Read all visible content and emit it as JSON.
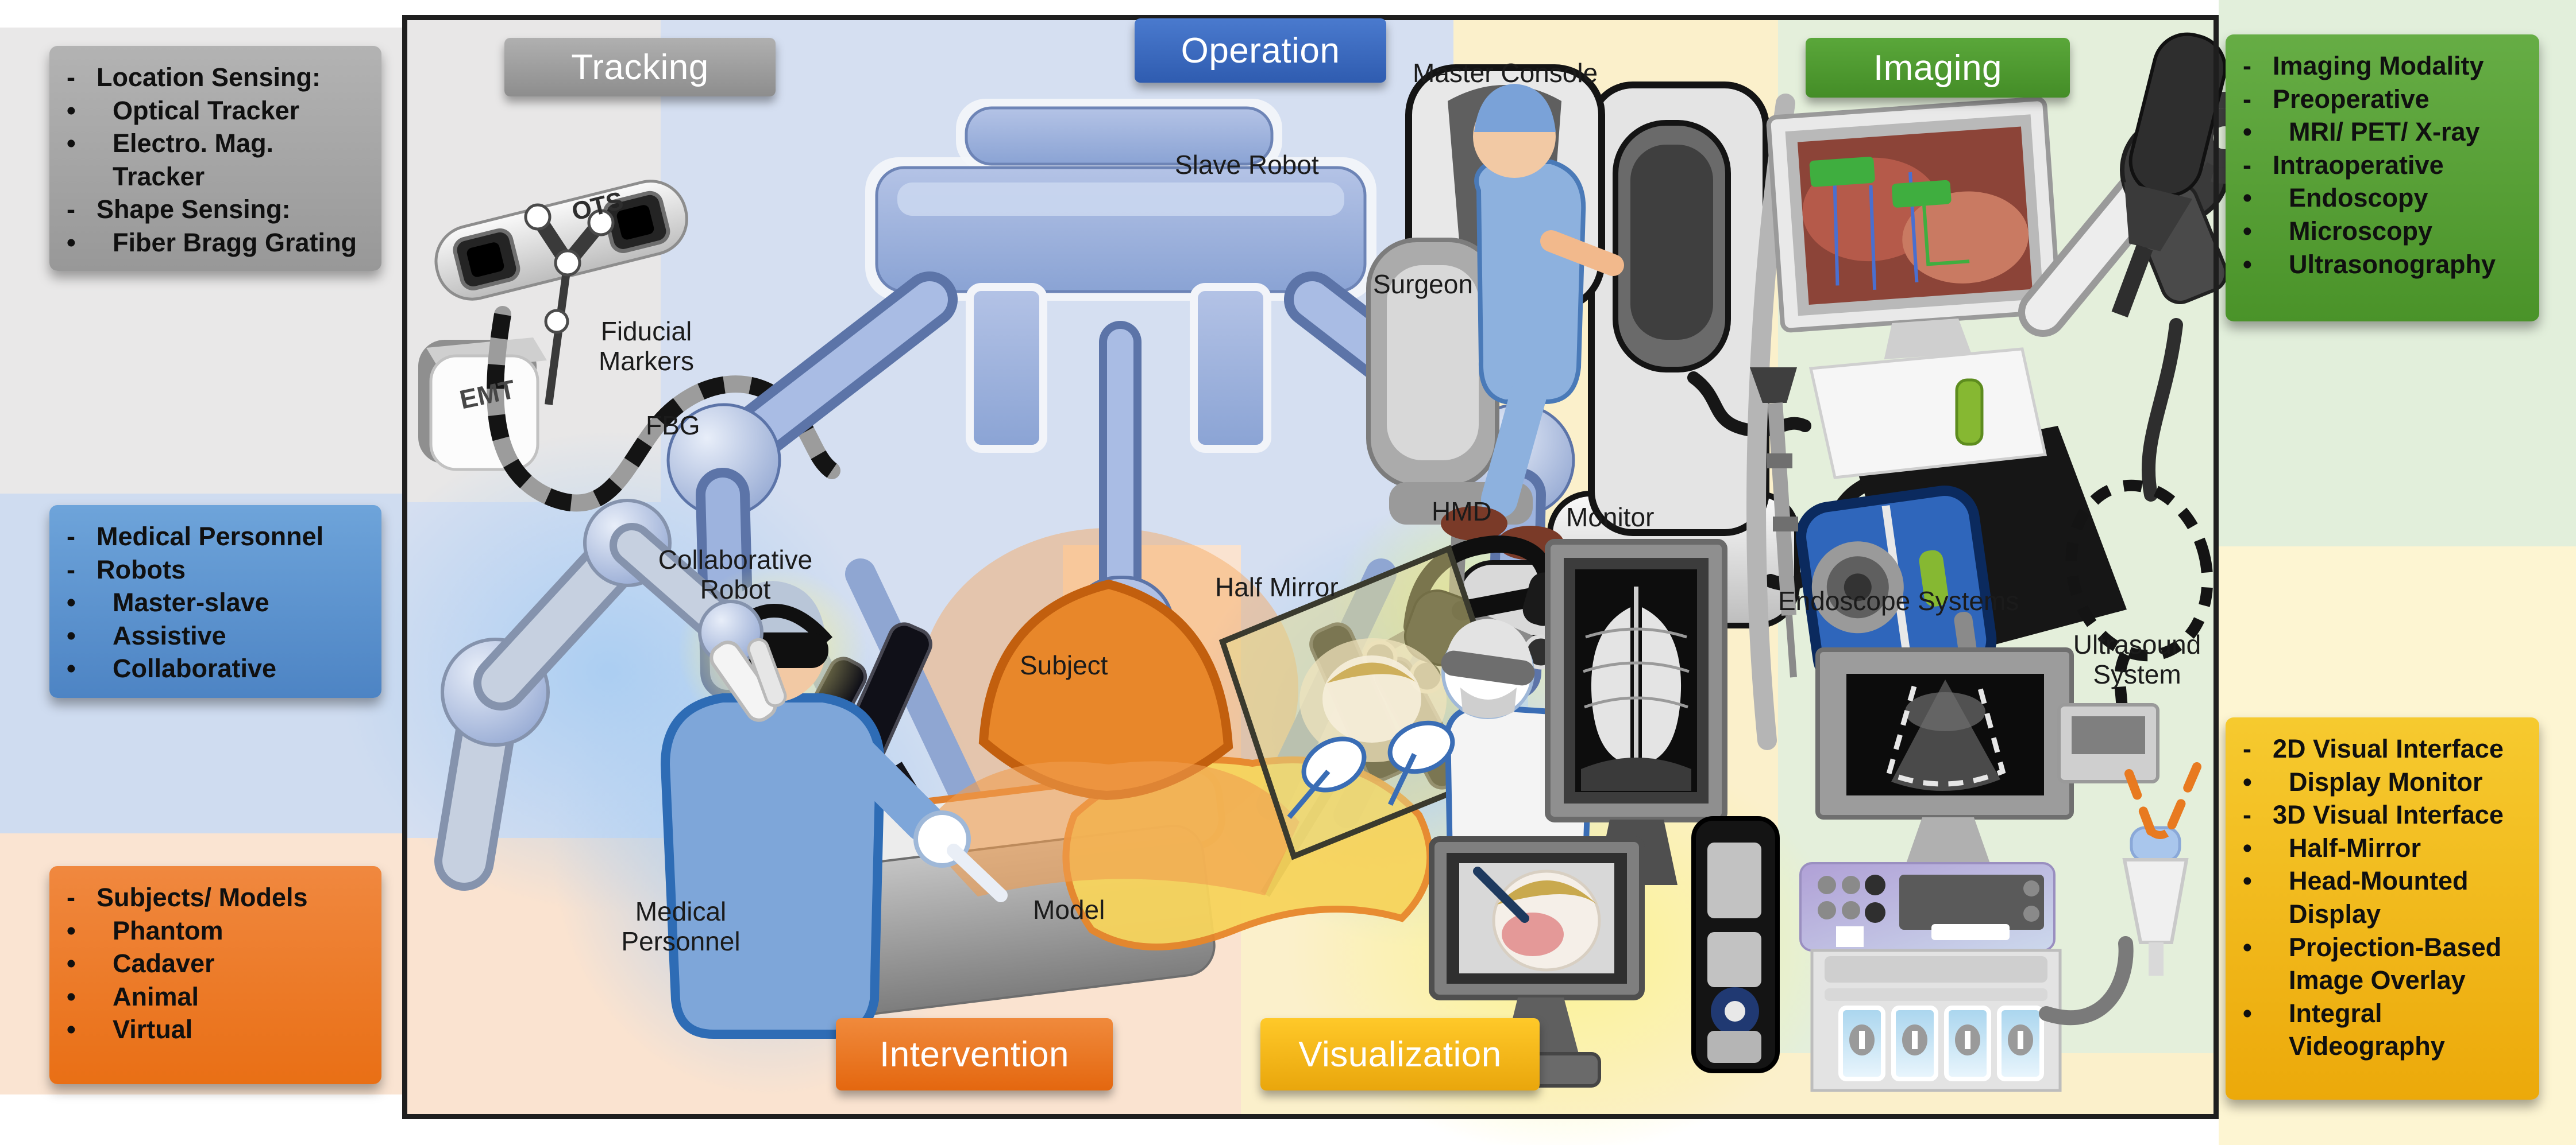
{
  "headers": {
    "tracking": "Tracking",
    "operation": "Operation",
    "imaging": "Imaging",
    "intervention": "Intervention",
    "visualization": "Visualization"
  },
  "side_panels": {
    "tracking_methods": {
      "items": [
        {
          "m": "-",
          "t": "Location Sensing:"
        },
        {
          "m": "•",
          "t": "Optical Tracker"
        },
        {
          "m": "•",
          "t": "Electro. Mag. Tracker"
        },
        {
          "m": "-",
          "t": "Shape Sensing:"
        },
        {
          "m": "•",
          "t": "Fiber Bragg Grating"
        }
      ]
    },
    "personnel_robots": {
      "items": [
        {
          "m": "-",
          "t": "Medical Personnel"
        },
        {
          "m": "-",
          "t": "Robots"
        },
        {
          "m": "•",
          "t": "Master-slave"
        },
        {
          "m": "•",
          "t": "Assistive"
        },
        {
          "m": "•",
          "t": "Collaborative"
        }
      ]
    },
    "subjects_models": {
      "items": [
        {
          "m": "-",
          "t": "Subjects/ Models"
        },
        {
          "m": "•",
          "t": "Phantom"
        },
        {
          "m": "•",
          "t": "Cadaver"
        },
        {
          "m": "•",
          "t": "Animal"
        },
        {
          "m": "•",
          "t": "Virtual"
        }
      ]
    },
    "imaging_modality": {
      "items": [
        {
          "m": "-",
          "t": "Imaging Modality"
        },
        {
          "m": "-",
          "t": "Preoperative"
        },
        {
          "m": "•",
          "t": "MRI/ PET/ X-ray"
        },
        {
          "m": "-",
          "t": "Intraoperative"
        },
        {
          "m": "•",
          "t": "Endoscopy"
        },
        {
          "m": "•",
          "t": "Microscopy"
        },
        {
          "m": "•",
          "t": "Ultrasonography"
        }
      ]
    },
    "visual_interface": {
      "items": [
        {
          "m": "-",
          "t": "2D Visual Interface"
        },
        {
          "m": "•",
          "t": "Display Monitor"
        },
        {
          "m": "-",
          "t": "3D Visual Interface"
        },
        {
          "m": "•",
          "t": "Half-Mirror"
        },
        {
          "m": "•",
          "t": "Head-Mounted Display"
        },
        {
          "m": "•",
          "t": "Projection-Based Image Overlay"
        },
        {
          "m": "•",
          "t": "Integral Videography"
        }
      ]
    }
  },
  "labels": {
    "ots": "OTS",
    "emt": "EMT",
    "fiducial_markers": "Fiducial\nMarkers",
    "fbg": "FBG",
    "slave_robot": "Slave Robot",
    "master_console": "Master Console",
    "surgeon": "Surgeon",
    "collaborative_robot": "Collaborative\nRobot",
    "subject": "Subject",
    "medical_personnel": "Medical\nPersonnel",
    "model": "Model",
    "half_mirror": "Half Mirror",
    "hmd": "HMD",
    "monitor": "Monitor",
    "endoscope_systems": "Endoscope Systems",
    "ultrasound_system": "Ultrasound\nSystem"
  },
  "colors": {
    "header_tracking": "#9b9b9b",
    "header_operation": "#3b6bc0",
    "header_imaging": "#4f9b31",
    "header_intervention": "#ed7621",
    "header_visualization": "#f0b318",
    "box_gray": "#a6a6a6",
    "box_blue": "#5e96d2",
    "box_orange": "#ee7d2c",
    "box_green": "#58a536",
    "box_yellow": "#f2c11e",
    "bg_gray": "#e9e8e8",
    "bg_blue": "#d5dff1",
    "bg_peach": "#fae3d0",
    "bg_yellow": "#fbf0cb",
    "bg_green": "#e4efdb"
  }
}
